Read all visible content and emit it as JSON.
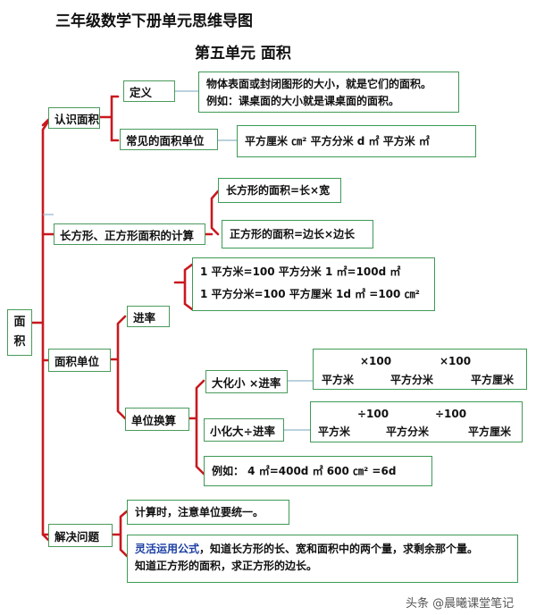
{
  "header": {
    "title": "三年级数学下册单元思维导图",
    "subtitle": "第五单元  面积"
  },
  "root": {
    "label_1": "面",
    "label_2": "积"
  },
  "branches": {
    "recognize": {
      "label": "认识面积",
      "definition": {
        "label": "定义",
        "lines": [
          "物体表面或封闭图形的大小，就是它们的面积。",
          "例如：课桌面的大小就是课桌面的面积。"
        ]
      },
      "common_units": {
        "label": "常见的面积单位",
        "text": "平方厘米 ㎝²    平方分米 d ㎡    平方米 ㎡"
      }
    },
    "calc": {
      "label": "长方形、正方形面积的计算",
      "rect": "长方形的面积=长×宽",
      "square": "正方形的面积=边长×边长"
    },
    "units": {
      "label": "面积单位",
      "rate": {
        "label": "进率",
        "lines": [
          "1 平方米=100 平方分米    1 ㎡=100d ㎡",
          "1 平方分米=100 平方厘米   1d ㎡ =100 ㎝²"
        ]
      },
      "convert": {
        "label": "单位换算",
        "big_to_small": {
          "label": "大化小 ×进率",
          "units": [
            "平方米",
            "平方分米",
            "平方厘米"
          ],
          "ops": [
            "×100",
            "×100"
          ]
        },
        "small_to_big": {
          "label": "小化大÷进率",
          "units": [
            "平方米",
            "平方分米",
            "平方厘米"
          ],
          "ops": [
            "÷100",
            "÷100"
          ]
        },
        "example": "例如： 4 ㎡=400d ㎡      600 ㎝²  =6d"
      }
    },
    "solve": {
      "label": "解决问题",
      "note": "计算时，注意单位要统一。",
      "formula_highlight": "灵活运用公式",
      "formula_rest": "，知道长方形的长、宽和面积中的两个量，求剩余那个量。",
      "formula_line2": "知道正方形的面积，求正方形的边长。"
    }
  },
  "watermark": "头条 @晨曦课堂笔记",
  "colors": {
    "bracket": "#c8191f",
    "border": "#3e9a55",
    "connector": "#8fb8c9",
    "highlight": "#1c3fa3"
  }
}
